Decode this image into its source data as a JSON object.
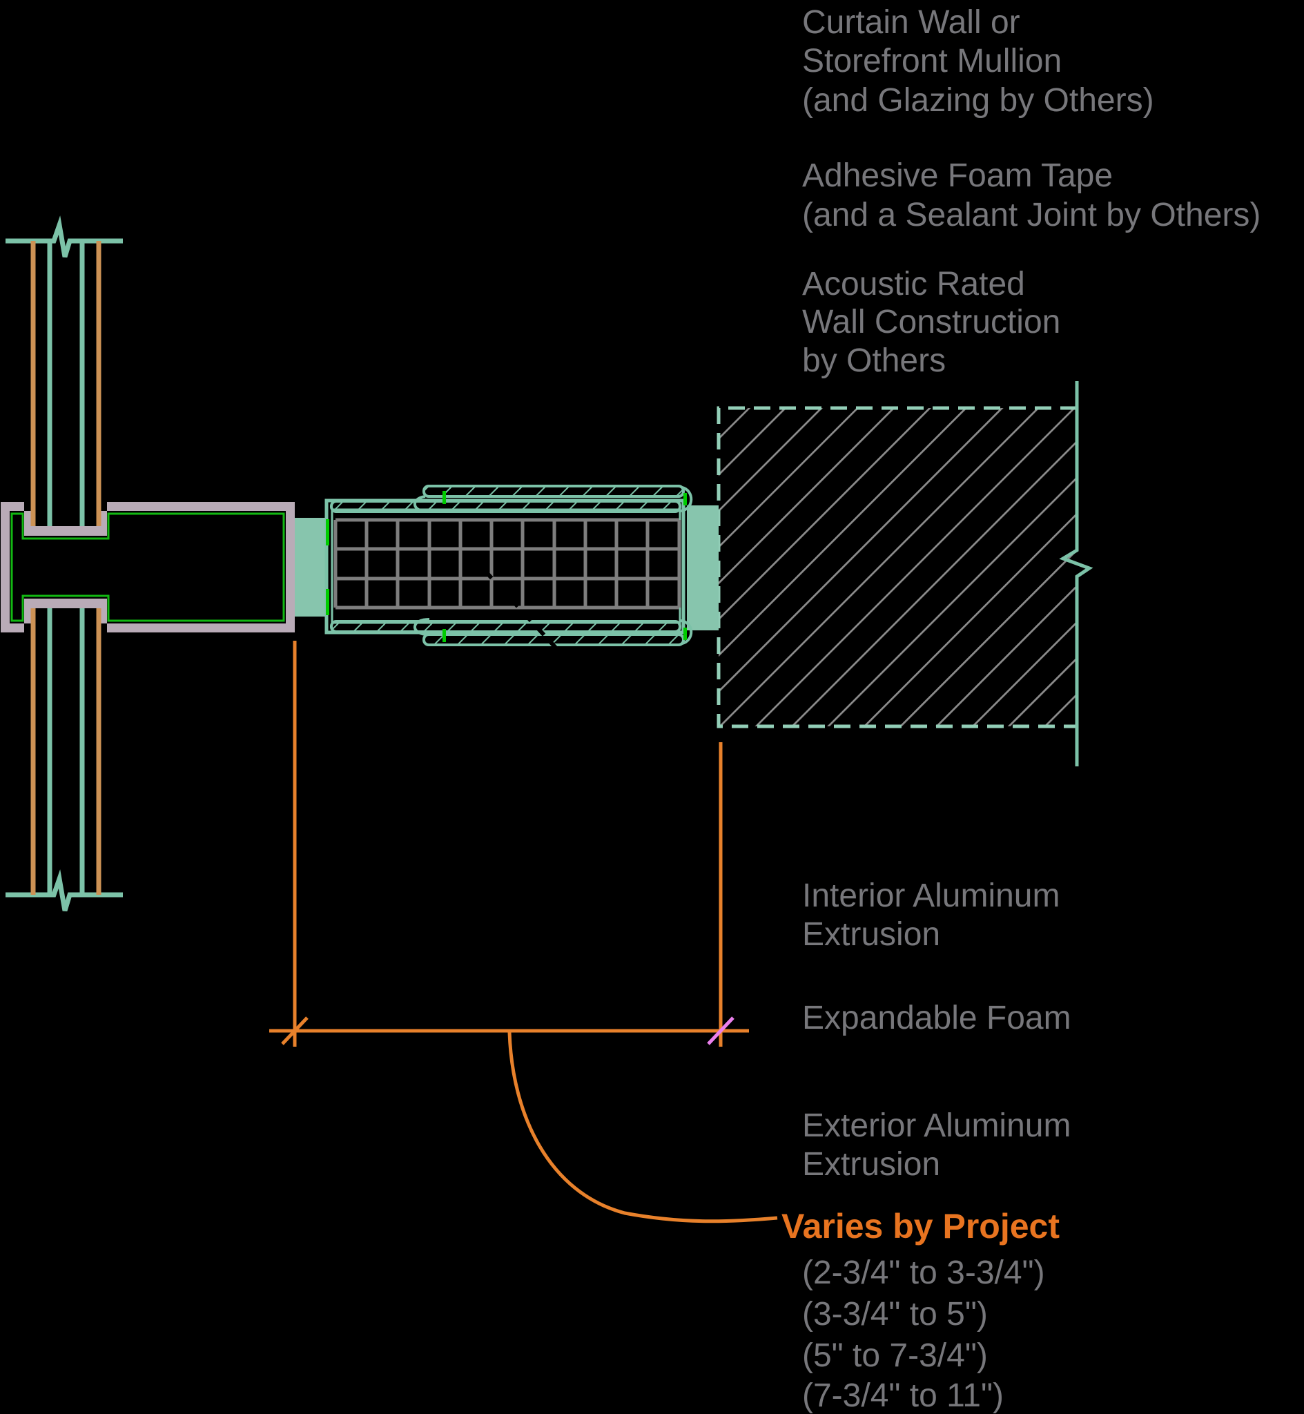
{
  "labels": {
    "curtain_wall": [
      "Curtain Wall or",
      "Storefront Mullion",
      "(and Glazing by Others)"
    ],
    "foam_tape": [
      "Adhesive Foam Tape",
      "(and a Sealant Joint by Others)"
    ],
    "acoustic_wall": [
      "Acoustic Rated",
      "Wall Construction",
      "by Others"
    ],
    "interior_extrusion": [
      "Interior Aluminum",
      "Extrusion"
    ],
    "expandable_foam": "Expandable Foam",
    "exterior_extrusion": [
      "Exterior Aluminum",
      "Extrusion"
    ],
    "varies": "Varies by Project",
    "ranges": [
      "(2-3/4\" to 3-3/4\")",
      "(3-3/4\" to 5\")",
      "(5\" to 7-3/4\")",
      "(7-3/4\" to 11\")"
    ]
  },
  "colors": {
    "background": "#000000",
    "label_gray": "#77777b",
    "teal_line": "#7cc2a8",
    "teal_dash": "#93cfb8",
    "foam_fill": "#87c5ad",
    "wall_hatch_gray": "#8c8c8c",
    "grid_gray": "#7e7e7e",
    "mullion_pink": "#b9abb7",
    "glazing_tan": "#cd9255",
    "inner_green": "#12b812",
    "accent_green": "#00cc00",
    "dimension_orange": "#e8812b",
    "varies_orange": "#e87420",
    "tick_magenta": "#ea80ec"
  }
}
